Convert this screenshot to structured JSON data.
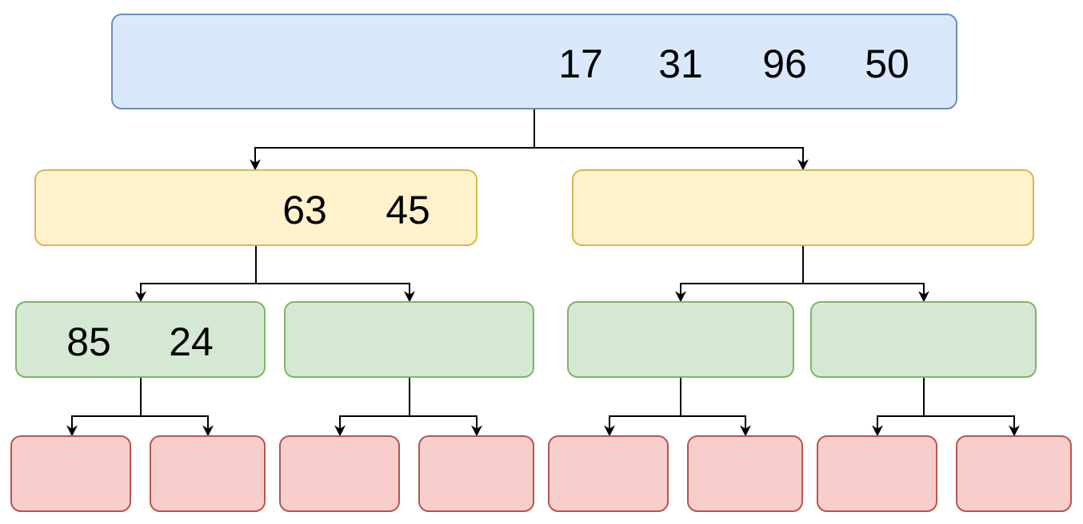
{
  "levels": [
    {
      "name": "root",
      "fill": "#dae8fc",
      "stroke": "#6c8ebf",
      "nodes": [
        {
          "values": [
            "17",
            "31",
            "96",
            "50"
          ]
        }
      ]
    },
    {
      "name": "level-1",
      "fill": "#fff2cc",
      "stroke": "#d6b656",
      "nodes": [
        {
          "values": [
            "63",
            "45"
          ]
        },
        {
          "values": []
        }
      ]
    },
    {
      "name": "level-2",
      "fill": "#d5e8d4",
      "stroke": "#82b366",
      "nodes": [
        {
          "values": [
            "85",
            "24"
          ]
        },
        {
          "values": []
        },
        {
          "values": []
        },
        {
          "values": []
        }
      ]
    },
    {
      "name": "level-3",
      "fill": "#f8cecc",
      "stroke": "#b85450",
      "nodes": [
        {
          "values": []
        },
        {
          "values": []
        },
        {
          "values": []
        },
        {
          "values": []
        },
        {
          "values": []
        },
        {
          "values": []
        },
        {
          "values": []
        },
        {
          "values": []
        }
      ]
    }
  ],
  "edge_color": "#000000"
}
